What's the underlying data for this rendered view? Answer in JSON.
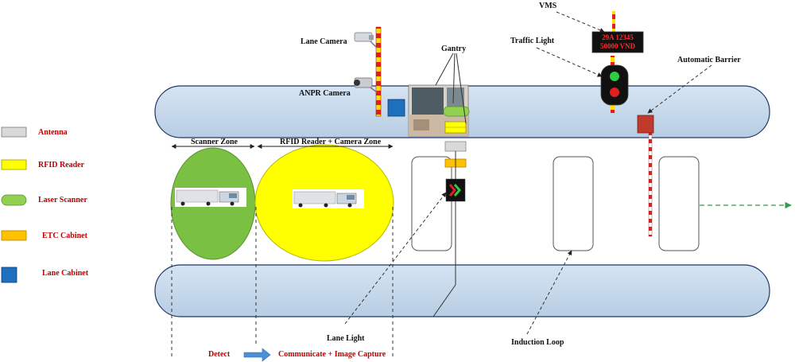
{
  "labels": {
    "vms": "VMS",
    "traffic_light": "Traffic Light",
    "lane_camera": "Lane Camera",
    "gantry": "Gantry",
    "automatic_barrier": "Automatic Barrier",
    "anpr_camera": "ANPR Camera",
    "scanner_zone": "Scanner Zone",
    "rfid_camera_zone": "RFID Reader + Camera Zone",
    "lane_light": "Lane Light",
    "induction_loop": "Induction Loop",
    "detect": "Detect",
    "communicate": "Communicate + Image Capture"
  },
  "vms_display": {
    "line1": "29A 12345",
    "line2": "50000 VND"
  },
  "legend": [
    {
      "label": "Antenna",
      "color": "#d9d9d9",
      "shape": "rect"
    },
    {
      "label": "RFID Reader",
      "color": "#ffff00",
      "shape": "rect"
    },
    {
      "label": "Laser Scanner",
      "color": "#92d050",
      "shape": "rounded"
    },
    {
      "label": "ETC Cabinet",
      "color": "#ffc000",
      "shape": "rect"
    },
    {
      "label": "Lane Cabinet",
      "color": "#1f6fbf",
      "shape": "square"
    }
  ],
  "colors": {
    "island": "#c5d9ec",
    "island_stroke": "#1f3864",
    "scanner_zone": "#7ac143",
    "camera_zone": "#ffff00",
    "legend_text": "#c00000"
  }
}
